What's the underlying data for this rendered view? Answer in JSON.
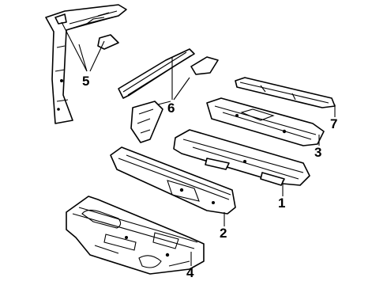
{
  "callouts": [
    {
      "id": "c1",
      "label": "1"
    },
    {
      "id": "c2",
      "label": "2"
    },
    {
      "id": "c3",
      "label": "3"
    },
    {
      "id": "c4",
      "label": "4"
    },
    {
      "id": "c5",
      "label": "5"
    },
    {
      "id": "c6",
      "label": "6"
    },
    {
      "id": "c7",
      "label": "7"
    }
  ]
}
